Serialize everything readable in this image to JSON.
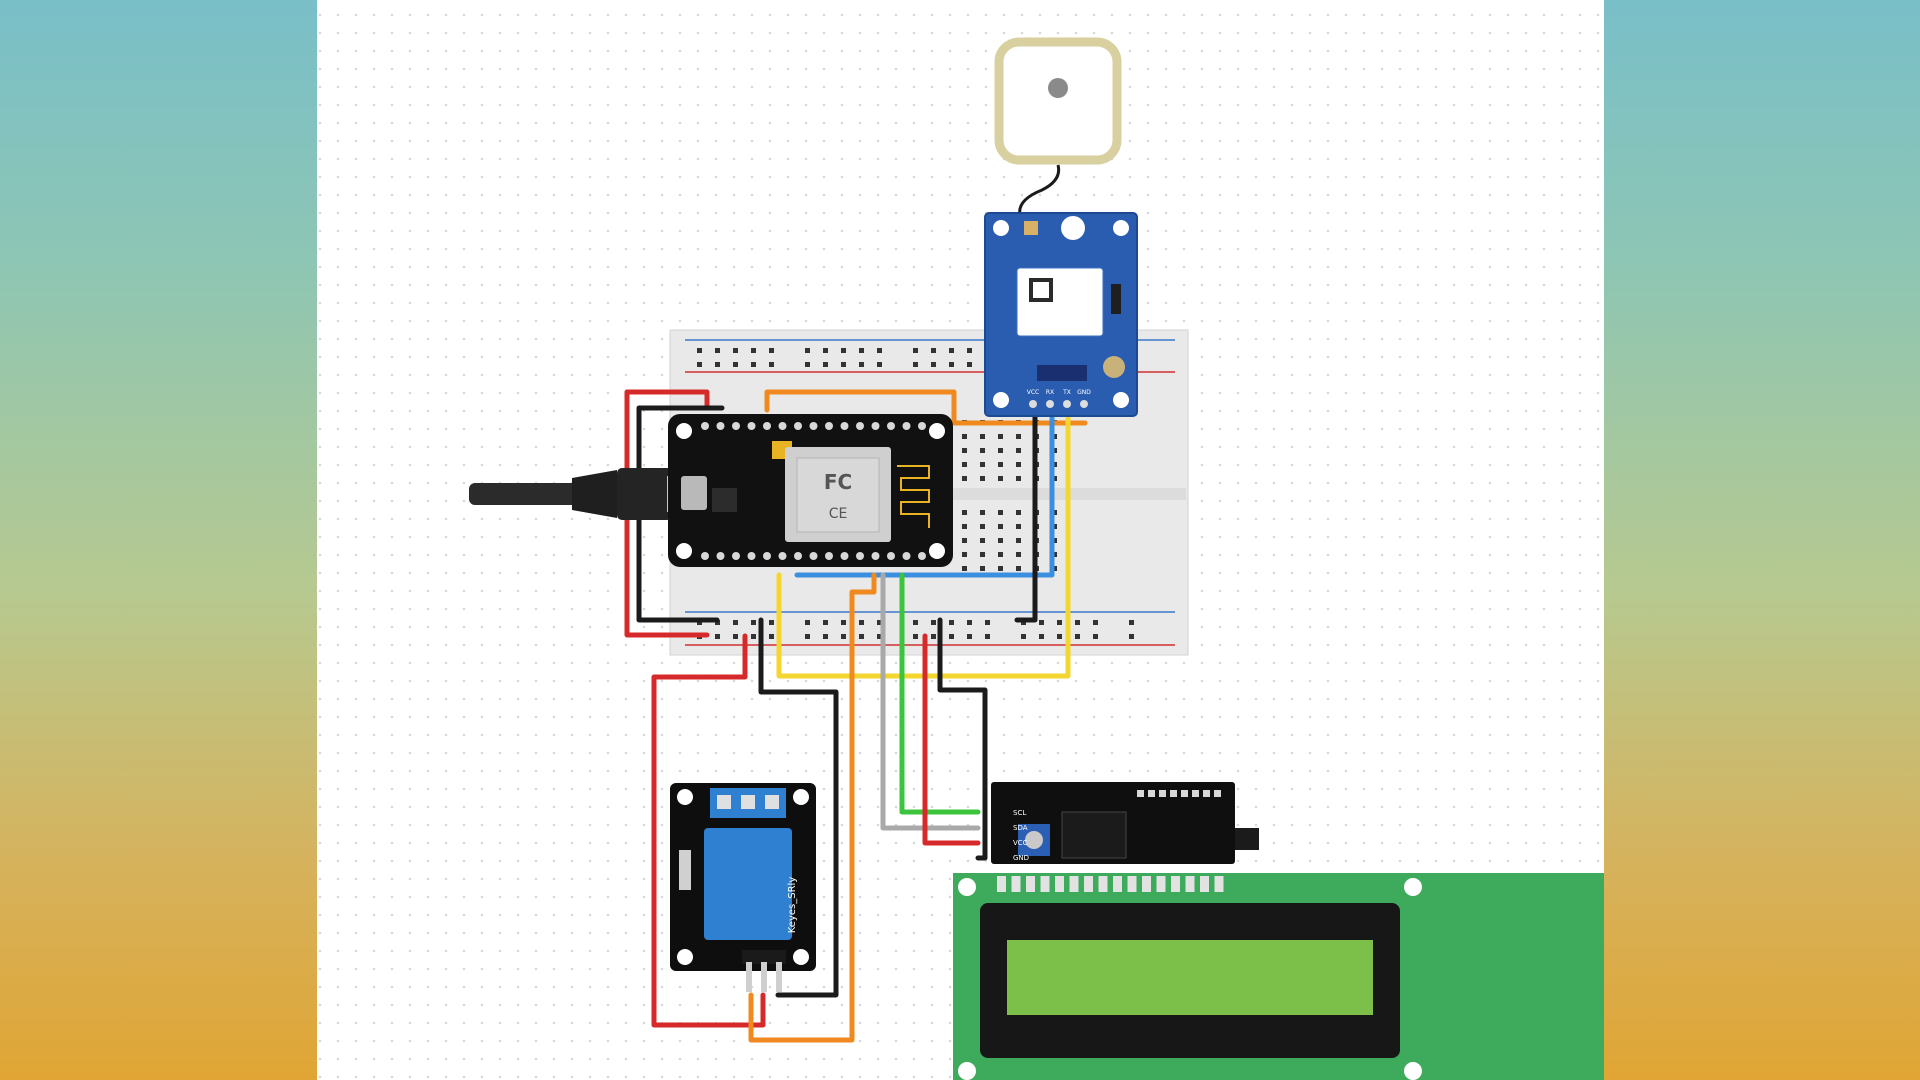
{
  "scene": {
    "background": {
      "edge_gradient": [
        "#79bfc8",
        "#b7c98f",
        "#e0a534"
      ],
      "canvas": "#ffffff"
    }
  },
  "components": {
    "gps_antenna": {
      "icon": "gps-antenna-icon",
      "color": "#d9d0a0"
    },
    "gps_module": {
      "icon": "gps-module-icon",
      "color": "#2a5db0",
      "pin_labels": [
        "VCC",
        "RX",
        "TX",
        "GND"
      ]
    },
    "breadboard": {
      "icon": "breadboard-icon",
      "color": "#e9e9e9"
    },
    "microcontroller": {
      "icon": "nodemcu-board-icon",
      "color": "#111111",
      "chip_label": "FC",
      "chip_sub": "CE"
    },
    "usb_cable": {
      "icon": "usb-cable-icon",
      "color": "#2b2b2b"
    },
    "relay_module": {
      "icon": "relay-module-icon",
      "relay_text": "Keyes_SRly",
      "module_color": "#0e0e0e",
      "relay_color": "#2f80d0"
    },
    "i2c_adapter": {
      "icon": "i2c-adapter-icon",
      "pin_labels": [
        "SCL",
        "SDA",
        "VCC",
        "GND"
      ]
    },
    "lcd_display": {
      "icon": "lcd-display-icon",
      "pcb_color": "#3daa5c",
      "screen_color": "#7cc04a"
    }
  },
  "wire_colors": {
    "power": "#d62a2a",
    "ground": "#1b1b1b",
    "signal_orange": "#f08a1e",
    "signal_yellow": "#f4d630",
    "signal_blue": "#3a8fe0",
    "signal_green": "#3cc43c",
    "signal_grey": "#a9a9a9"
  }
}
